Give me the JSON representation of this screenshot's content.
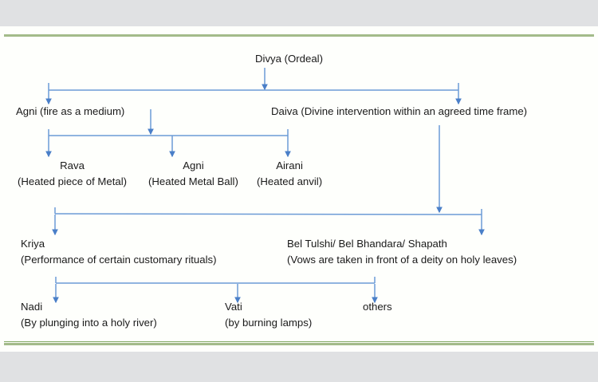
{
  "slide": {
    "accent_color": "#a3bb8a",
    "connector_color": "#5b8ed6",
    "background": "#fefffc",
    "surround_color": "#e0e1e3"
  },
  "diagram": {
    "type": "hierarchy-flowchart",
    "root": {
      "id": "divya",
      "title": "Divya (Ordeal)",
      "subtitle": ""
    },
    "nodes": [
      {
        "id": "agni-fire",
        "title": "Agni (fire as a medium)",
        "subtitle": "",
        "level": 1
      },
      {
        "id": "daiva",
        "title": "Daiva (Divine intervention within an agreed time frame)",
        "subtitle": "",
        "level": 1
      },
      {
        "id": "rava",
        "title": "Rava",
        "subtitle": "(Heated piece of Metal)",
        "level": 2
      },
      {
        "id": "agni-ball",
        "title": "Agni",
        "subtitle": "(Heated Metal Ball)",
        "level": 2
      },
      {
        "id": "airani",
        "title": "Airani",
        "subtitle": "(Heated anvil)",
        "level": 2
      },
      {
        "id": "kriya",
        "title": "Kriya",
        "subtitle": "(Performance of certain customary rituals)",
        "level": 3
      },
      {
        "id": "bel-tulshi",
        "title": "Bel Tulshi/ Bel Bhandara/ Shapath",
        "subtitle": "(Vows are taken in front of a deity on holy leaves)",
        "level": 3
      },
      {
        "id": "nadi",
        "title": "Nadi",
        "subtitle": "(By plunging into a holy river)",
        "level": 4
      },
      {
        "id": "vati",
        "title": "Vati",
        "subtitle": "(by burning lamps)",
        "level": 4
      },
      {
        "id": "others",
        "title": "others",
        "subtitle": "",
        "level": 4
      }
    ],
    "edges": [
      {
        "from": "divya",
        "to": "agni-fire"
      },
      {
        "from": "divya",
        "to": "daiva"
      },
      {
        "from": "agni-fire",
        "to": "rava"
      },
      {
        "from": "agni-fire",
        "to": "agni-ball"
      },
      {
        "from": "agni-fire",
        "to": "airani"
      },
      {
        "from": "daiva",
        "to": "kriya"
      },
      {
        "from": "daiva",
        "to": "bel-tulshi"
      },
      {
        "from": "bel-tulshi",
        "to": "nadi"
      },
      {
        "from": "bel-tulshi",
        "to": "vati"
      },
      {
        "from": "bel-tulshi",
        "to": "others"
      }
    ]
  }
}
